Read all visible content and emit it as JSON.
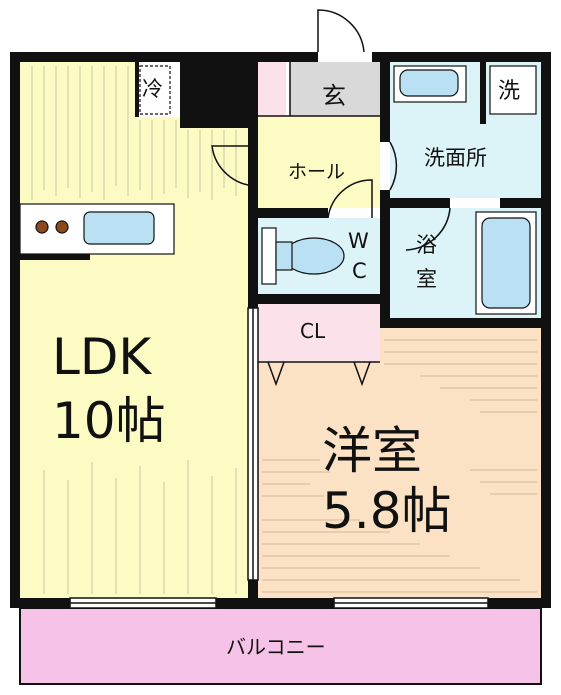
{
  "colors": {
    "wall": "#111111",
    "ldk_floor": "#fdfbc4",
    "western_floor": "#fbe2c4",
    "wet_area": "#dcf4f7",
    "closet": "#fbe2ea",
    "balcony": "#f7c2e8",
    "genkan": "#d9d9d9",
    "fixture": "#b9e0f3"
  },
  "rooms": {
    "ldk": {
      "name": "LDK",
      "size": "10帖"
    },
    "western": {
      "name": "洋室",
      "size": "5.8帖"
    },
    "genkan": "玄",
    "hall": "ホール",
    "washroom": "洗面所",
    "washer": "洗",
    "fridge": "冷",
    "wc": {
      "line1": "W",
      "line2": "C"
    },
    "bath": {
      "line1": "浴",
      "line2": "室"
    },
    "closet": "CL",
    "balcony": "バルコニー"
  }
}
